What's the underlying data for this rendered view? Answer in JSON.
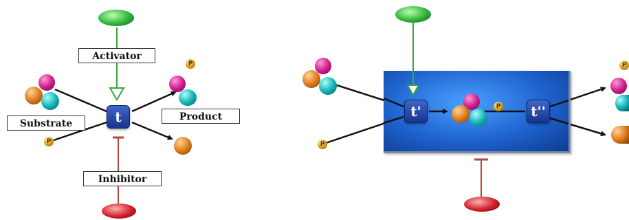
{
  "labels": {
    "activator": "Activator",
    "substrate": "Substrate",
    "product": "Product",
    "inhibitor": "Inhibitor"
  },
  "transitions": {
    "t": "t",
    "t_prime": "t'",
    "t_double_prime": "t''"
  },
  "phosphate": "P",
  "colors": {
    "activator_arc": "#3aa63a",
    "inhibitor_arc": "#b5473c",
    "arc": "#111111",
    "subnet_box": "#1f63cf"
  }
}
